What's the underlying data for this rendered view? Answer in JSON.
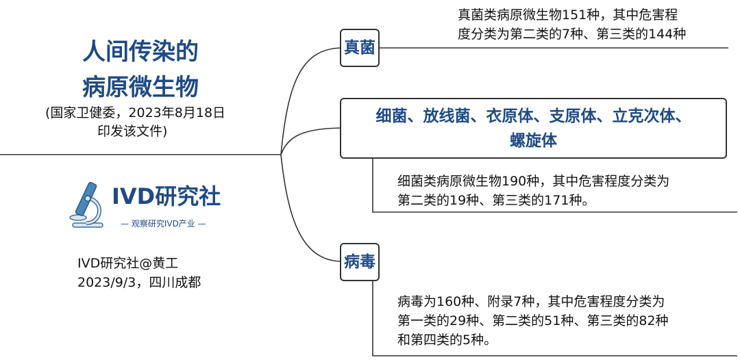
{
  "title": {
    "line1": "人间传染的",
    "line2": "病原微生物"
  },
  "subtitle": {
    "line1": "(国家卫健委，2023年8月18日",
    "line2": "印发该文件)"
  },
  "logo": {
    "name": "IVD研究社",
    "tagline": "— 观察研究IVD产业 —"
  },
  "author": {
    "line1": "IVD研究社@黄工",
    "line2": "2023/9/3，四川成都"
  },
  "branches": [
    {
      "label": "真菌",
      "desc": [
        "真菌类病原微生物151种，其中危害程",
        "度分类为第二类的7种、第三类的144种"
      ]
    },
    {
      "label": [
        "细菌、放线菌、衣原体、支原体、立克次体、",
        "螺旋体"
      ],
      "desc": [
        "细菌类病原微生物190种，其中危害程度分类为",
        "第二类的19种、第三类的171种。"
      ]
    },
    {
      "label": "病毒",
      "desc": [
        "病毒为160种、附录7种，其中危害程度分类为",
        "第一类的29种、第二类的51种、第三类的82种",
        "和第四类的5种。"
      ]
    }
  ],
  "colors": {
    "accent": "#1f4a84",
    "line": "#333333"
  }
}
